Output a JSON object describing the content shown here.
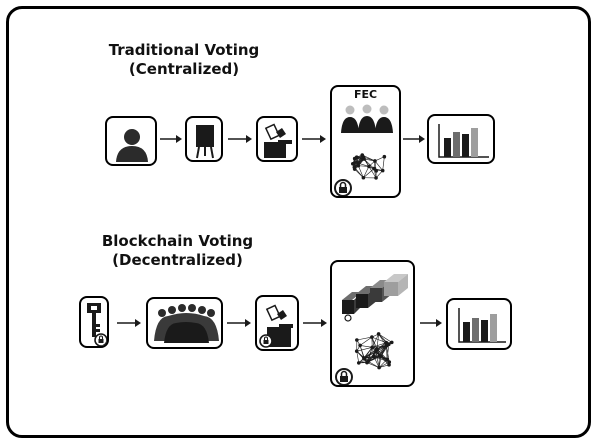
{
  "traditional": {
    "title_line1": "Traditional Voting",
    "title_line2": "(Centralized)",
    "central_label": "FEC"
  },
  "blockchain": {
    "title_line1": "Blockchain Voting",
    "title_line2": "(Decentralized)"
  },
  "colors": {
    "ink": "#111111",
    "mid_gray": "#6e6e6e",
    "light_gray": "#bdbdbd",
    "dark_gray": "#2b2b2b"
  },
  "icons": [
    "voter-person-icon",
    "ballot-board-icon",
    "ballot-box-icon",
    "voters-group-icon",
    "network-icon",
    "bar-chart-icon",
    "key-icon",
    "lock-icon",
    "blockchain-blocks-icon",
    "crowd-icon"
  ]
}
